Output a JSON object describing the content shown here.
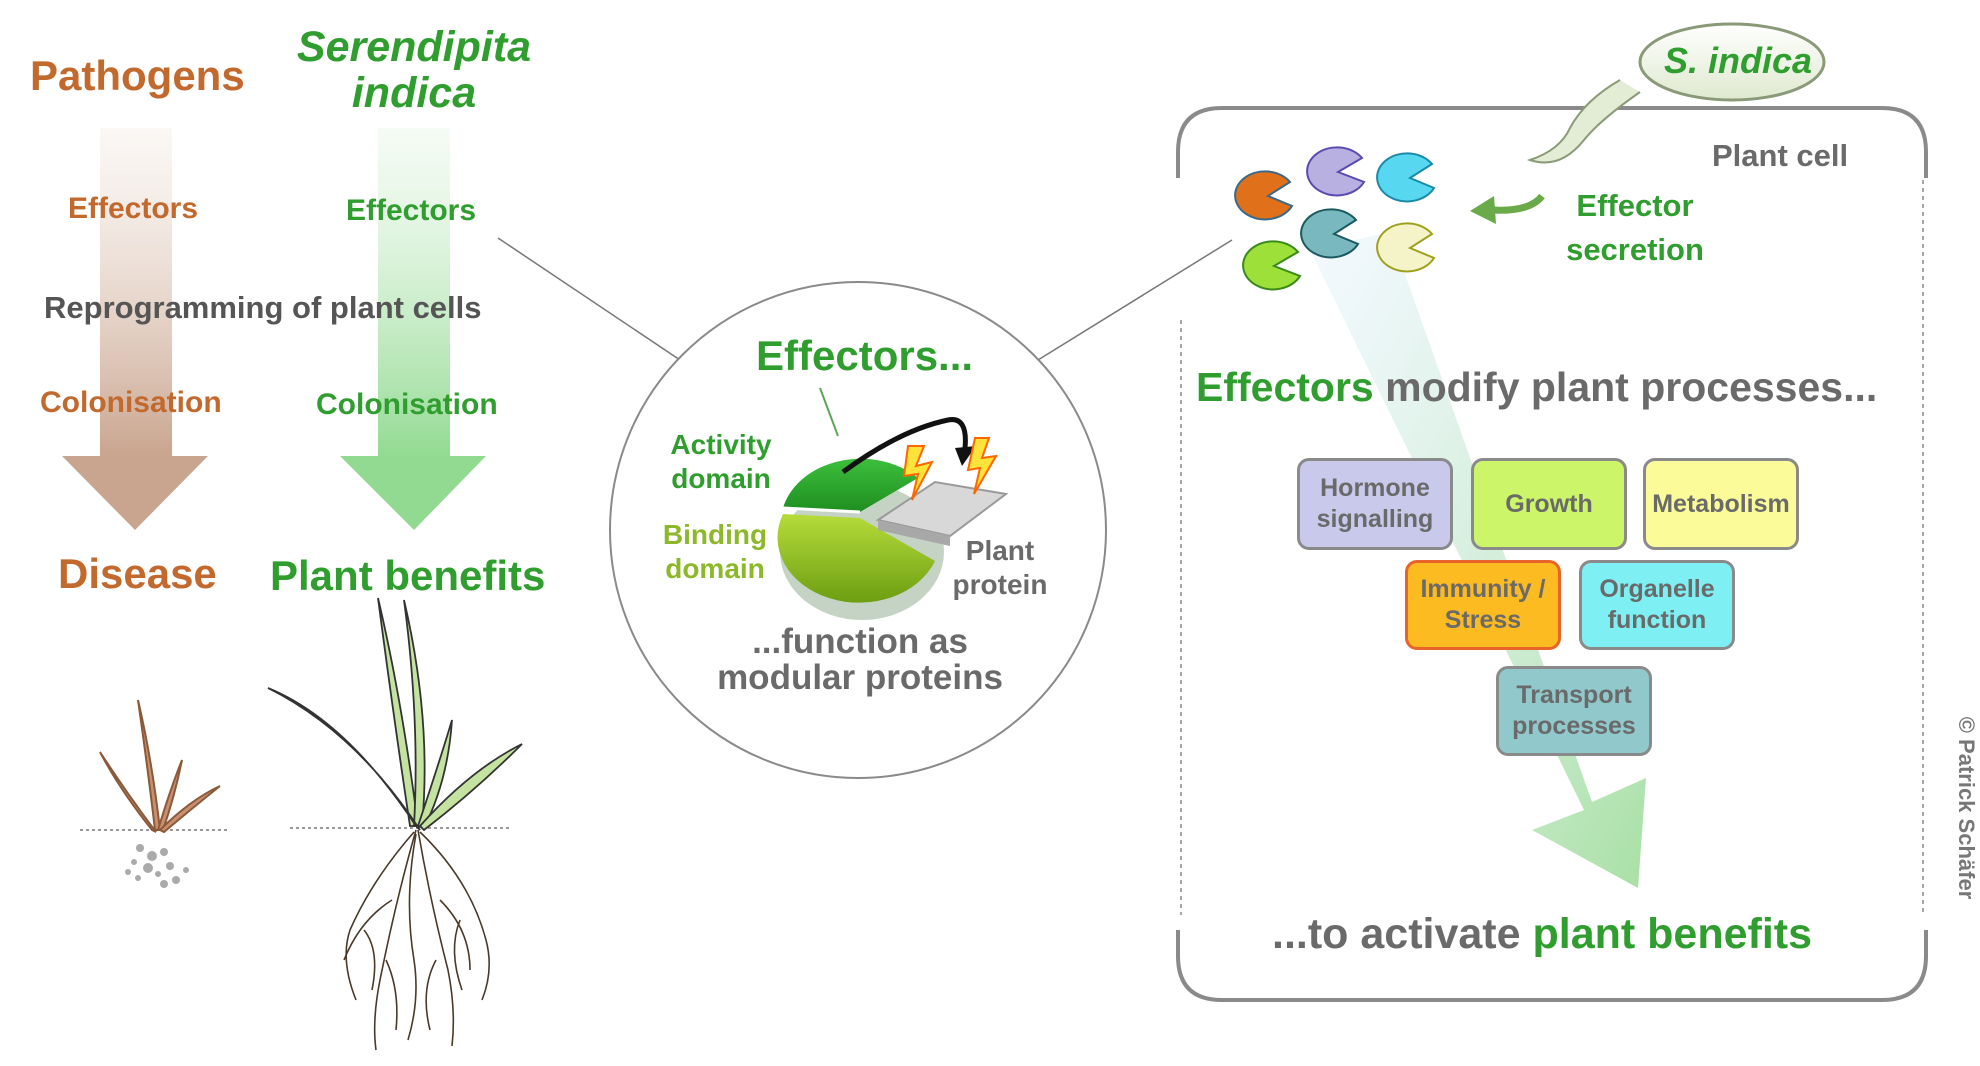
{
  "left": {
    "pathogens_title": "Pathogens",
    "sindica_title_line1": "Serendipita",
    "sindica_title_line2": "indica",
    "pathogen_effectors": "Effectors",
    "sindica_effectors": "Effectors",
    "reprogramming": "Reprogramming of plant cells",
    "pathogen_colonisation": "Colonisation",
    "sindica_colonisation": "Colonisation",
    "disease": "Disease",
    "plant_benefits": "Plant benefits"
  },
  "middle": {
    "effectors_heading": "Effectors...",
    "activity_domain_line1": "Activity",
    "activity_domain_line2": "domain",
    "binding_domain_line1": "Binding",
    "binding_domain_line2": "domain",
    "plant_protein_line1": "Plant",
    "plant_protein_line2": "protein",
    "function_line1": "...function as",
    "function_line2": "modular proteins"
  },
  "right": {
    "sindica_bubble": "S. indica",
    "plant_cell": "Plant cell",
    "effector_secretion_line1": "Effector",
    "effector_secretion_line2": "secretion",
    "modify_effectors": "Effectors",
    "modify_rest": " modify plant processes...",
    "boxes": [
      {
        "line1": "Hormone",
        "line2": "signalling",
        "fill": "#c9c9ec",
        "border": "#8a8a8a"
      },
      {
        "line1": "Growth",
        "line2": "",
        "fill": "#ccf56a",
        "border": "#8a8a8a"
      },
      {
        "line1": "Metabolism",
        "line2": "",
        "fill": "#fbfb9a",
        "border": "#8a8a8a"
      },
      {
        "line1": "Immunity /",
        "line2": "Stress",
        "fill": "#fdbb22",
        "border": "#e8642a"
      },
      {
        "line1": "Organelle",
        "line2": "function",
        "fill": "#7ef0f4",
        "border": "#8a8a8a"
      },
      {
        "line1": "Transport",
        "line2": "processes",
        "fill": "#90c8cc",
        "border": "#8a8a8a"
      }
    ],
    "activate_prefix": "...to activate ",
    "activate_benefits": "plant benefits"
  },
  "copyright": "© Patrick Schäfer",
  "colors": {
    "orange": "#c2692e",
    "green": "#2f9e2f",
    "grey": "#555555"
  }
}
